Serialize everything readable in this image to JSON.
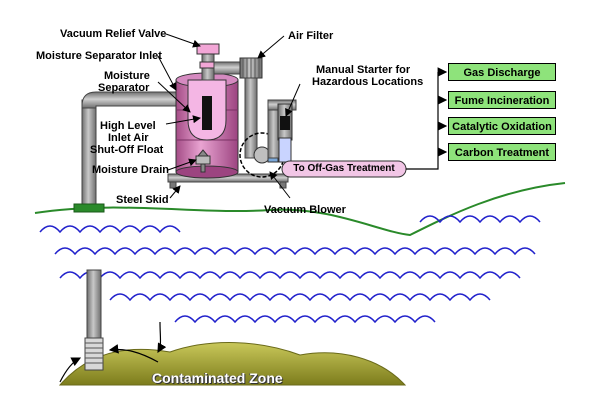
{
  "labels": {
    "vacuum_relief_valve": "Vacuum Relief Valve",
    "air_filter": "Air Filter",
    "moisture_separator_inlet": "Moisture Separator Inlet",
    "moisture_separator_1": "Moisture",
    "moisture_separator_2": "Separator",
    "manual_starter_1": "Manual Starter for",
    "manual_starter_2": "Hazardous Locations",
    "float_1": "High Level",
    "float_2": "Inlet Air",
    "float_3": "Shut-Off Float",
    "moisture_drain": "Moisture Drain",
    "steel_skid": "Steel Skid",
    "vacuum_blower": "Vacuum Blower",
    "to_offgas": "To Off-Gas Treatment",
    "contaminated_zone": "Contaminated Zone"
  },
  "treatments": [
    "Gas Discharge",
    "Fume Incineration",
    "Catalytic Oxidation",
    "Carbon Treatment"
  ],
  "colors": {
    "treatment_box": "#8ee37b",
    "separator": "#d97fb8",
    "pipe": "#9a9a9a",
    "water": "#2222cc",
    "ground": "#2a8a2a",
    "zone": "#a8a83a",
    "offgas_pipe": "#f2c6e6"
  }
}
